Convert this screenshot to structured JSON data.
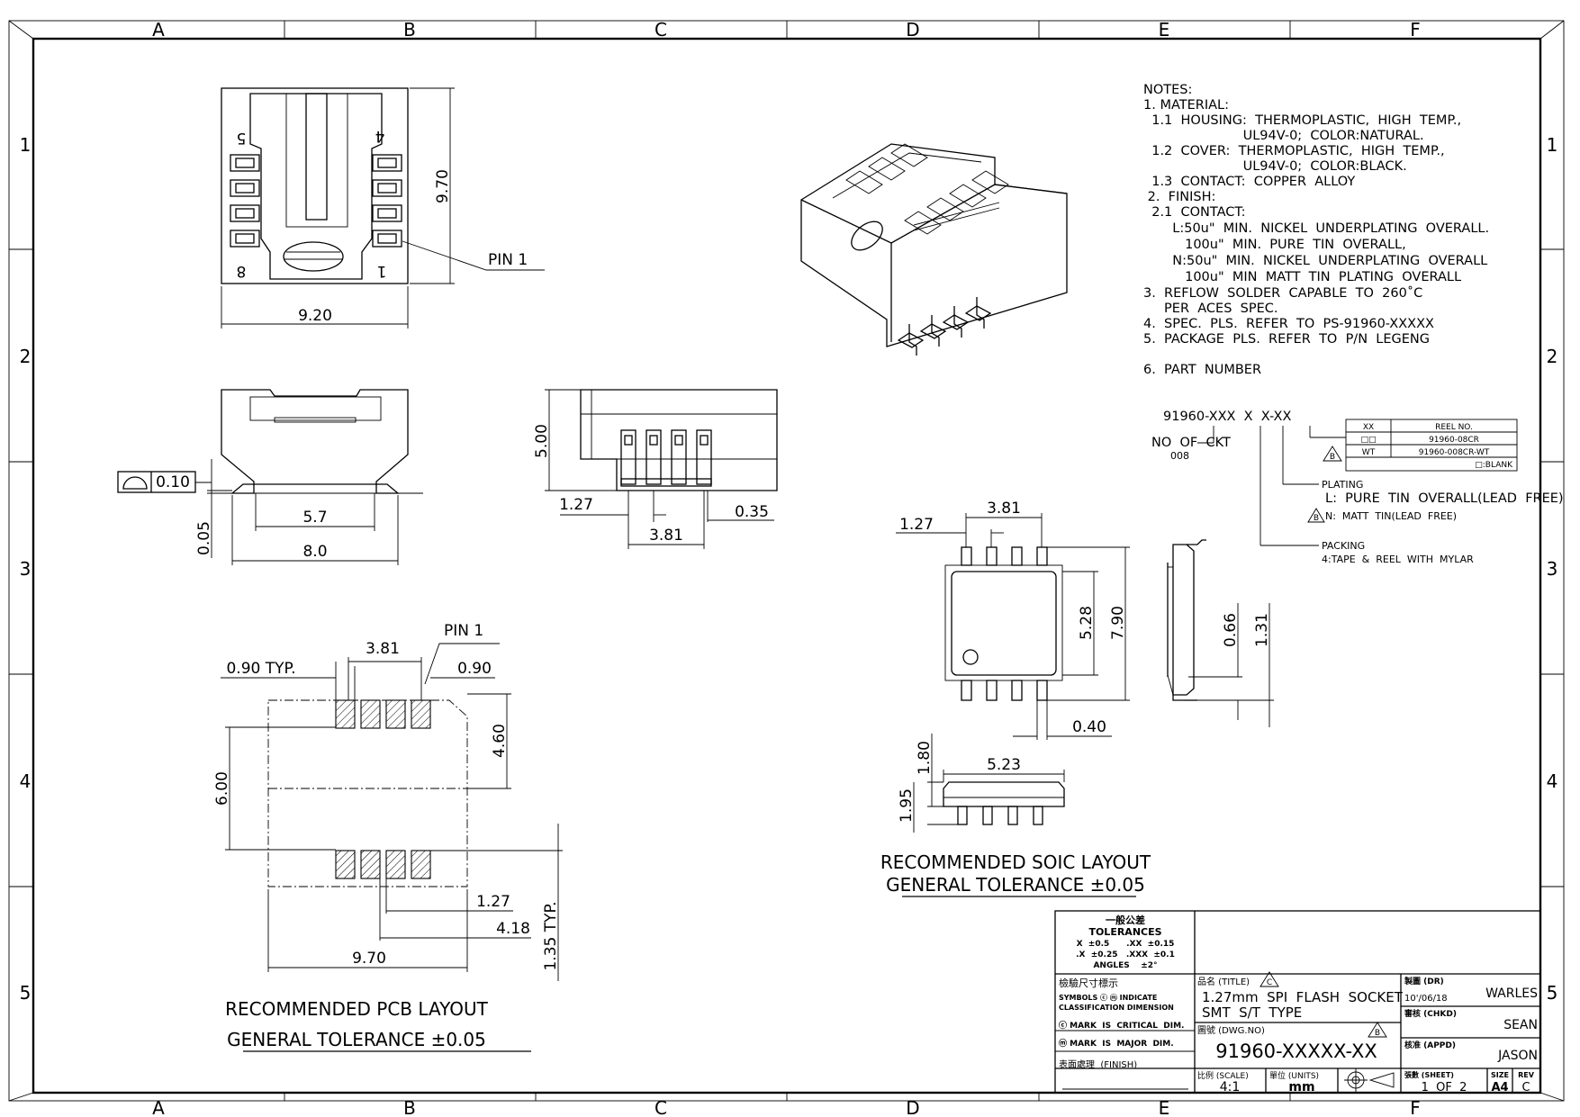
{
  "border": {
    "columns": [
      "A",
      "B",
      "C",
      "D",
      "E",
      "F"
    ],
    "rows": [
      "1",
      "2",
      "3",
      "4",
      "5"
    ]
  },
  "notes": [
    "NOTES:",
    "1. MATERIAL:",
    "  1.1  HOUSING:  THERMOPLASTIC,  HIGH  TEMP.,",
    "                        UL94V-0;  COLOR:NATURAL.",
    "  1.2  COVER:  THERMOPLASTIC,  HIGH  TEMP.,",
    "                        UL94V-0;  COLOR:BLACK.",
    "  1.3  CONTACT:  COPPER  ALLOY",
    " 2.  FINISH:",
    "  2.1  CONTACT:",
    "       L:50u\"  MIN.  NICKEL  UNDERPLATING  OVERALL.",
    "          100u\"  MIN.  PURE  TIN  OVERALL,",
    "       N:50u\"  MIN.  NICKEL  UNDERPLATING  OVERALL",
    "          100u\"  MIN  MATT  TIN  PLATING  OVERALL",
    "3.  REFLOW  SOLDER  CAPABLE  TO  260˚C",
    "     PER  ACES  SPEC.",
    "4.  SPEC.  PLS.  REFER  TO  PS-91960-XXXXX",
    "5.  PACKAGE  PLS.  REFER  TO  P/N  LEGENG",
    "",
    "6.  PART  NUMBER"
  ],
  "part_number": {
    "code": "91960-XXX  X  X-XX",
    "no_of_ckt": "NO  OF  CKT",
    "ckt_value": "008",
    "plating_title": "PLATING",
    "plating_l": "L:  PURE  TIN  OVERALL(LEAD  FREE)",
    "plating_n": "N:  MATT  TIN(LEAD  FREE)",
    "packing_title": "PACKING",
    "packing_value": "4:TAPE  &  REEL  WITH  MYLAR",
    "reel_table": {
      "headers": [
        "XX",
        "REEL NO."
      ],
      "rows": [
        [
          "□□",
          "91960-08CR"
        ],
        [
          "WT",
          "91960-008CR-WT"
        ],
        [
          "",
          "□:BLANK"
        ]
      ]
    },
    "rev_mark": "B"
  },
  "dims": {
    "top_width": "9.20",
    "top_height": "9.70",
    "pin1": "PIN  1",
    "pin_labels": [
      "5",
      "4",
      "8",
      "1"
    ],
    "flat_symbol": "0.10",
    "front_57": "5.7",
    "front_80": "8.0",
    "front_005": "0.05",
    "side_500": "5.00",
    "side_127": "1.27",
    "side_035": "0.35",
    "side_381": "3.81",
    "pcb_381": "3.81",
    "pcb_pin1": "PIN  1",
    "pcb_090typ": "0.90  TYP.",
    "pcb_090": "0.90",
    "pcb_460": "4.60",
    "pcb_600": "6.00",
    "pcb_127": "1.27",
    "pcb_418": "4.18",
    "pcb_970": "9.70",
    "pcb_135": "1.35  TYP.",
    "soic_381": "3.81",
    "soic_127": "1.27",
    "soic_528": "5.28",
    "soic_790": "7.90",
    "soic_040": "0.40",
    "soic_066": "0.66",
    "soic_131": "1.31",
    "soic_523": "5.23",
    "soic_180": "1.80",
    "soic_195": "1.95"
  },
  "captions": {
    "pcb_title": "RECOMMENDED  PCB  LAYOUT",
    "pcb_tol": "GENERAL  TOLERANCE  ±0.05",
    "soic_title": "RECOMMENDED  SOIC  LAYOUT",
    "soic_tol": "GENERAL  TOLERANCE  ±0.05"
  },
  "title_block": {
    "tol_cn": "一般公差",
    "tol_en": "TOLERANCES",
    "tol_line1": "X  ±0.5      .XX  ±0.15",
    "tol_line2": ".X  ±0.25   .XXX  ±0.1",
    "tol_line3": "ANGLES    ±2°",
    "symbol_cn": "檢驗尺寸標示",
    "symbol_en1": "SYMBOLS ⓒ ⓜ INDICATE",
    "symbol_en2": "CLASSIFICATION  DIMENSION",
    "critical": "ⓒ MARK  IS  CRITICAL  DIM.",
    "major": "ⓜ MARK  IS  MAJOR  DIM.",
    "finish_label": "表面處理  (FINISH)",
    "title_label": "品名 (TITLE)",
    "title_mark": "C",
    "title_line1": "1.27mm  SPI  FLASH  SOCKET",
    "title_line2": "SMT  S/T  TYPE",
    "dwg_label": "圖號 (DWG.NO)",
    "dwg_mark": "B",
    "dwg_no": "91960-XXXXX-XX",
    "scale_label": "比例 (SCALE)",
    "scale": "4:1",
    "units_label": "單位 (UNITS)",
    "units": "mm",
    "dr_label": "製圖 (DR)",
    "dr_name": "WARLES",
    "dr_date": "10'/06/18",
    "chkd_label": "審核 (CHKD)",
    "chkd_name": "SEAN",
    "appd_label": "核准 (APPD)",
    "appd_name": "JASON",
    "sheet_label": "張數 (SHEET)",
    "sheet": "1  OF  2",
    "size_label": "SIZE",
    "size": "A4",
    "rev_label": "REV",
    "rev": "C"
  }
}
